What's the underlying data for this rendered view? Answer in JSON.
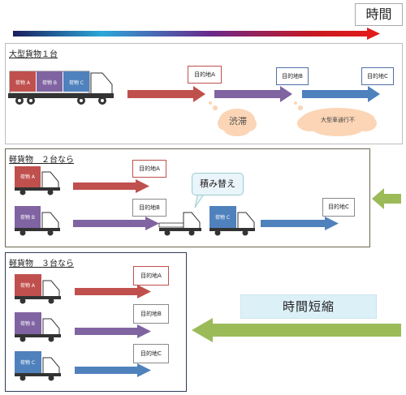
{
  "header": {
    "time_label": "時間"
  },
  "panels": {
    "single": {
      "title": "大型貨物１台",
      "cargo": [
        "荷物 A",
        "荷物 B",
        "荷物 C"
      ],
      "destinations": [
        "目的地A",
        "目的地B",
        "目的地C"
      ],
      "obstacles": [
        "渋滞",
        "大型車通行不"
      ]
    },
    "two": {
      "title": "軽貨物　２台なら",
      "cargo": [
        "荷物 A",
        "荷物 B",
        "荷物 C"
      ],
      "destinations": [
        "目的地A",
        "目的地B",
        "目的地C"
      ],
      "transfer_label": "積み替え"
    },
    "three": {
      "title": "軽貨物　３台なら",
      "cargo": [
        "荷物 A",
        "荷物 B",
        "荷物 C"
      ],
      "destinations": [
        "目的地A",
        "目的地B",
        "目的地C"
      ]
    }
  },
  "result_label": "時間短縮",
  "colors": {
    "red": "#c0504d",
    "purple": "#8064a2",
    "blue": "#4f81bd",
    "green": "#9bbb59",
    "cloud": "#fbd5b5"
  }
}
